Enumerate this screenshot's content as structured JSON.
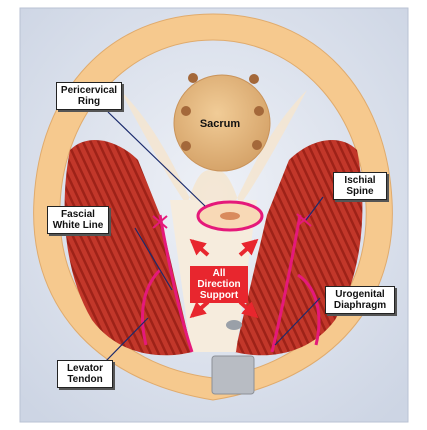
{
  "labels": {
    "pericervical_ring": [
      "Pericervical",
      "Ring"
    ],
    "sacrum": "Sacrum",
    "ischial_spine": [
      "Ischial",
      "Spine"
    ],
    "fascial_white_line": [
      "Fascial",
      "White Line"
    ],
    "urogenital_diaphragm": [
      "Urogenital",
      "Diaphragm"
    ],
    "levator_tendon": [
      "Levator",
      "Tendon"
    ],
    "all_direction_support": [
      "All Direction",
      "Support"
    ]
  },
  "colors": {
    "background": "#dde3ee",
    "pelvic_ring": "#f6c98e",
    "sacrum": "#e6b77e",
    "muscle": "#c2372a",
    "ligament": "#f4e6d2",
    "highlight": "#e5197a",
    "arrows": "#e8262e"
  }
}
